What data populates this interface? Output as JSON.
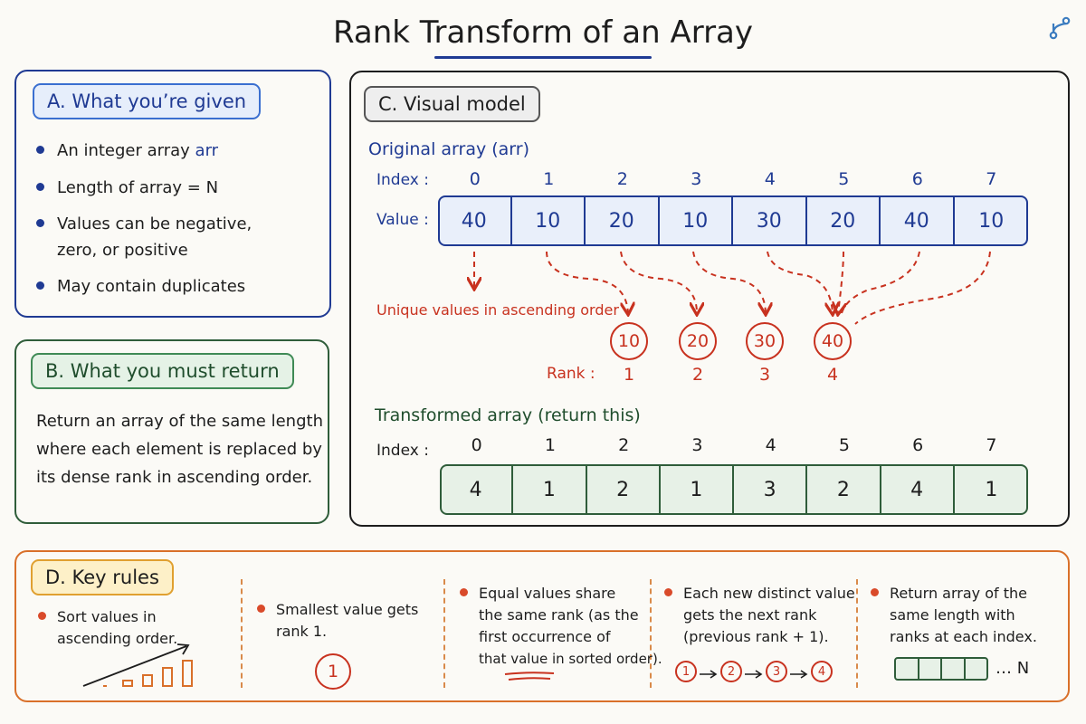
{
  "title": "Rank Transform of an Array",
  "icon": "branch-icon",
  "colors": {
    "blue": "#1f3a93",
    "green": "#2f5d3a",
    "red": "#c8321f",
    "orange": "#d9702a",
    "dark": "#1d1d1d"
  },
  "section_a": {
    "tag": "A. What you’re given",
    "b1_pre": "An integer array",
    "b1_code": "arr",
    "b2": "Length of array = N",
    "b3_l1": "Values can be negative,",
    "b3_l2": "zero, or positive",
    "b4": "May contain duplicates"
  },
  "section_b": {
    "tag": "B. What you must return",
    "l1": "Return an array of the same length",
    "l2": "where each element is replaced by",
    "l3": "its dense rank in ascending order."
  },
  "section_c": {
    "tag": "C. Visual model",
    "original_label": "Original array (arr)",
    "index_label": "Index :",
    "value_label": "Value :",
    "indices": [
      "0",
      "1",
      "2",
      "3",
      "4",
      "5",
      "6",
      "7"
    ],
    "values": [
      "40",
      "10",
      "20",
      "10",
      "30",
      "20",
      "40",
      "10"
    ],
    "unique_label": "Unique values in ascending order",
    "unique": [
      "10",
      "20",
      "30",
      "40"
    ],
    "rank_label": "Rank :",
    "ranks": [
      "1",
      "2",
      "3",
      "4"
    ],
    "transformed_label": "Transformed array  (return this)",
    "transformed": [
      "4",
      "1",
      "2",
      "1",
      "3",
      "2",
      "4",
      "1"
    ]
  },
  "section_d": {
    "tag": "D. Key rules",
    "r1_l1": "Sort values in",
    "r1_l2": "ascending order.",
    "r2_l1": "Smallest value gets",
    "r2_l2": "rank 1.",
    "r2_badge": "1",
    "r3_l1": "Equal values share",
    "r3_l2": "the same rank (as the",
    "r3_l3": "first occurrence of",
    "r3_l4": "that value in sorted order).",
    "r4_l1": "Each new distinct value",
    "r4_l2": "gets the next rank",
    "r4_l3": "(previous rank + 1).",
    "r4_chain": [
      "1",
      "2",
      "3",
      "4"
    ],
    "r5_l1": "Return array of the",
    "r5_l2": "same length with",
    "r5_l3": "ranks at each index.",
    "r5_n": "… N"
  }
}
